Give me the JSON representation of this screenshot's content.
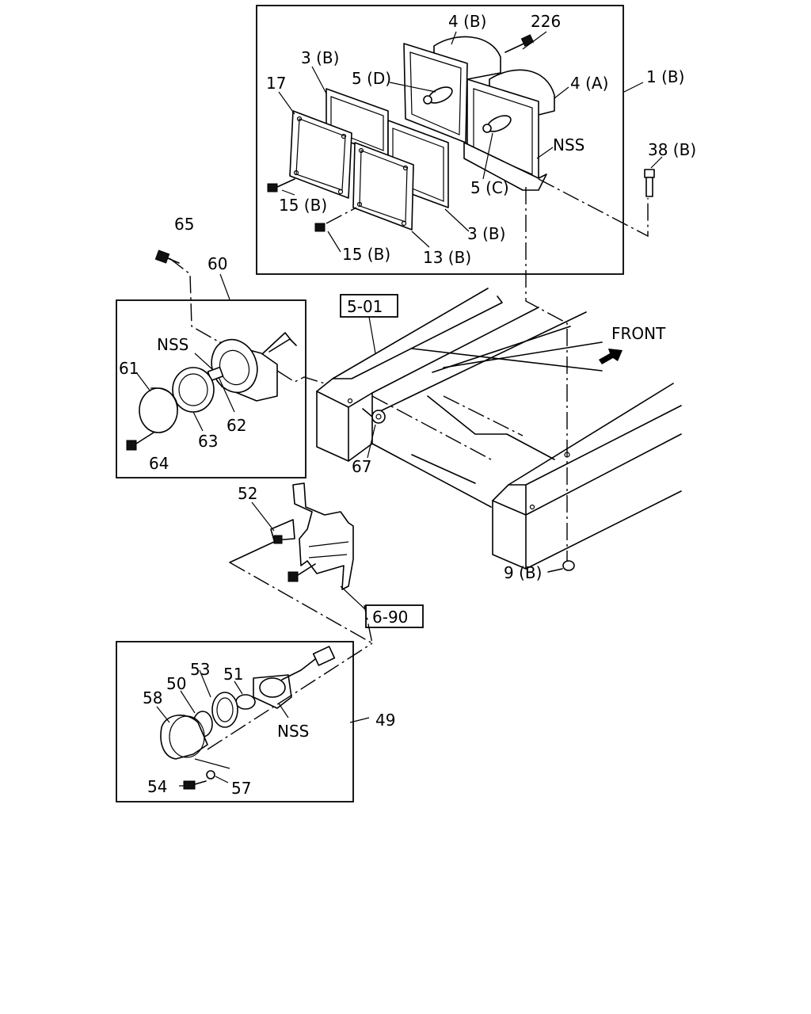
{
  "callouts": {
    "c_4b": "4 (B)",
    "c_226": "226",
    "c_3b_top": "3 (B)",
    "c_5d": "5 (D)",
    "c_4a": "4 (A)",
    "c_1b": "1 (B)",
    "c_17": "17",
    "c_nss_top": "NSS",
    "c_38b": "38 (B)",
    "c_5c": "5 (C)",
    "c_15b_a": "15 (B)",
    "c_3b_bottom": "3  (B)",
    "c_15b_b": "15 (B)",
    "c_13b": "13 (B)",
    "c_65": "65",
    "c_60": "60",
    "c_nss_mid": "NSS",
    "c_61": "61",
    "c_62": "62",
    "c_63": "63",
    "c_64": "64",
    "c_67": "67",
    "c_front": "FRONT",
    "c_52": "52",
    "c_9b": "9 (B)",
    "c_53": "53",
    "c_51": "51",
    "c_50": "50",
    "c_58": "58",
    "c_nss_bot": "NSS",
    "c_49": "49",
    "c_54": "54",
    "c_57": "57"
  },
  "references": {
    "ref_501": "5-01",
    "ref_690": "6-90"
  }
}
